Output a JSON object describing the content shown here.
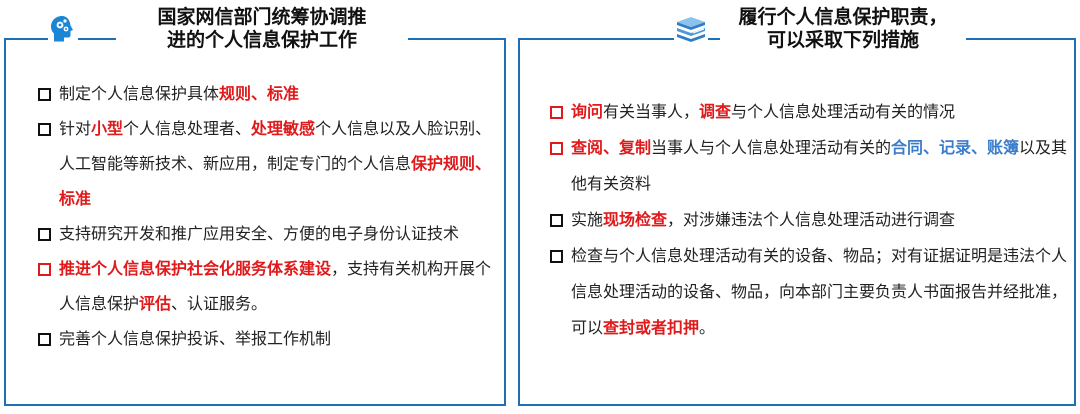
{
  "left_panel": {
    "title_line1": "国家网信部门统筹协调推",
    "title_line2": "进的个人信息保护工作",
    "icon": "head-gears-icon",
    "items": [
      {
        "segments": [
          "制定个人信息保护具体",
          "规则、标准"
        ]
      },
      {
        "segments": [
          "针对",
          "小型",
          "个人信息处理者、",
          "处理敏感",
          "个人信息以及人脸识别、人工智能等新技术、新应用，制定专门的个人信息",
          "保护规则、标准"
        ]
      },
      {
        "segments": [
          "支持研究开发和推广应用安全、方便的电子身份认证技术"
        ]
      },
      {
        "segments": [
          "推进个人信息保护社会化服务体系建设",
          "，支持有关机构开展个人信息保护",
          "评估",
          "、认证服务。"
        ]
      },
      {
        "segments": [
          "完善个人信息保护投诉、举报工作机制"
        ]
      }
    ]
  },
  "right_panel": {
    "title_line1": "履行个人信息保护职责，",
    "title_line2": "可以采取下列措施",
    "icon": "books-icon",
    "items": [
      {
        "segments": [
          "询问",
          "有关当事人，",
          "调查",
          "与个人信息处理活动有关的情况"
        ]
      },
      {
        "segments": [
          "查阅、复制",
          "当事人与个人信息处理活动有关的",
          "合同、记录、账簿",
          "以及其他有关资料"
        ]
      },
      {
        "segments": [
          "实施",
          "现场检查",
          "，对涉嫌违法个人信息处理活动进行调查"
        ]
      },
      {
        "segments": [
          "检查与个人信息处理活动有关的设备、物品；对有证据证明是违法个人信息处理活动的设备、物品，向本部门主要负责人书面报告并经批准，可以",
          "查封或者扣押",
          "。"
        ]
      }
    ]
  },
  "colors": {
    "border": "#1f6fb5",
    "red": "#e0191a",
    "blue": "#3a7dc9"
  }
}
